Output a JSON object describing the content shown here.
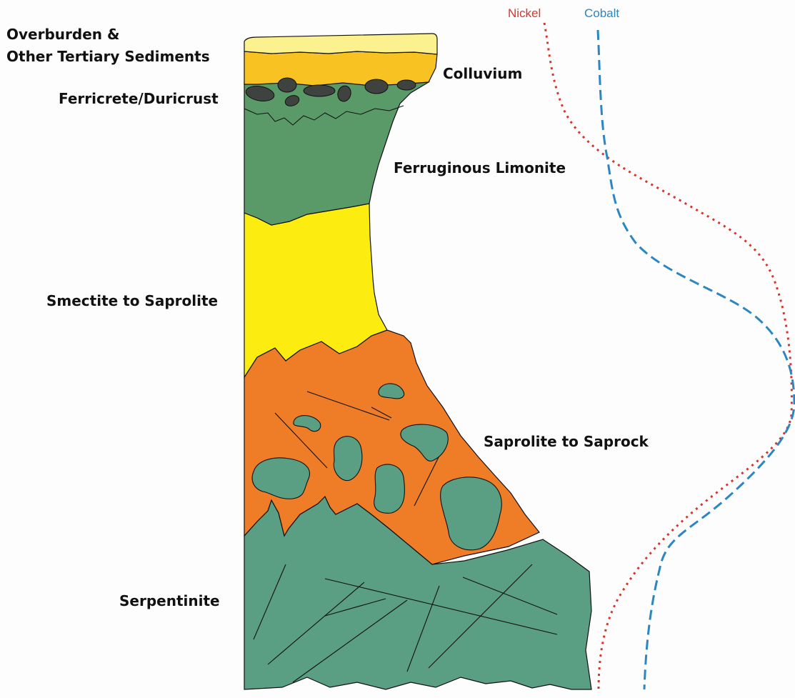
{
  "labels": {
    "overburden_line1": "Overburden &",
    "overburden_line2": "Other Tertiary Sediments",
    "colluvium": "Colluvium",
    "ferricrete": "Ferricrete/Duricrust",
    "ferruginous": "Ferruginous Limonite",
    "smectite": "Smectite to Saprolite",
    "saprolite": "Saprolite to Saprock",
    "serpentinite": "Serpentinite"
  },
  "curves": {
    "nickel": {
      "label": "Nickel",
      "color": "#d9342b"
    },
    "cobalt": {
      "label": "Cobalt",
      "color": "#2b86c1"
    }
  },
  "colors": {
    "overburden": "#fbf28f",
    "colluvium": "#f9c223",
    "boulder": "#3e433f",
    "limonite": "#5a9a68",
    "smectite": "#fcec10",
    "saprolite": "#ef7d27",
    "serpentinite": "#5a9e84"
  }
}
